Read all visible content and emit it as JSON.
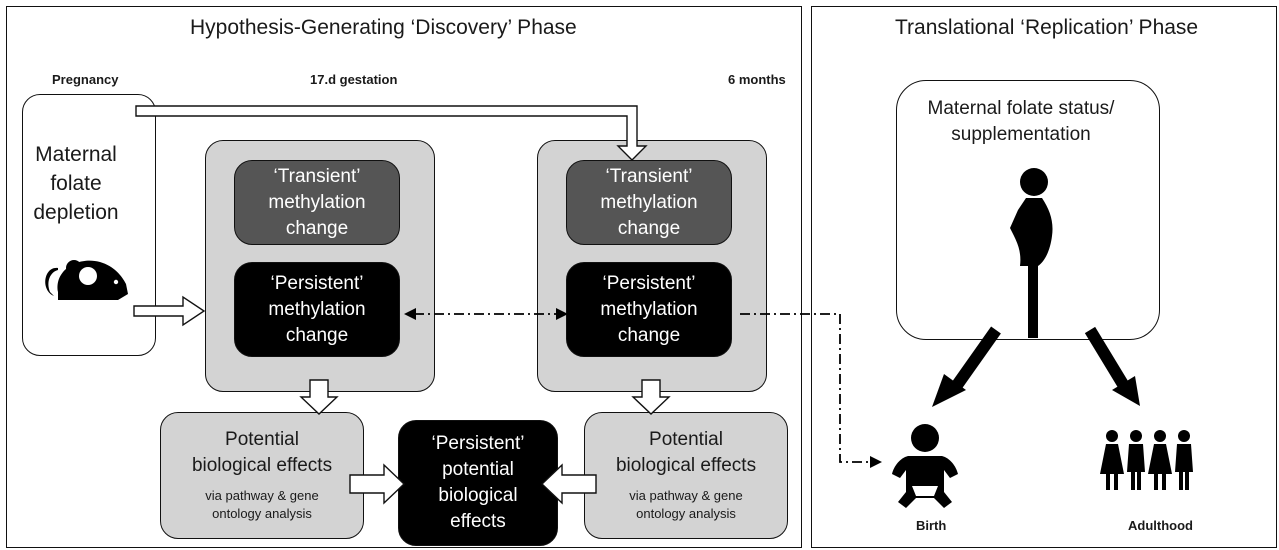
{
  "discovery": {
    "title": "Hypothesis-Generating ‘Discovery’ Phase",
    "timepoints": {
      "pregnancy": "Pregnancy",
      "gestation": "17.d gestation",
      "months": "6 months"
    },
    "maternal_box": "Maternal\nfolate\ndepletion",
    "left_transient": "‘Transient’\nmethylation\nchange",
    "left_persistent": "‘Persistent’\nmethylation\nchange",
    "right_transient": "‘Transient’\nmethylation\nchange",
    "right_persistent": "‘Persistent’\nmethylation\nchange",
    "left_effects": {
      "main": "Potential\nbiological effects",
      "sub": "via pathway & gene\nontology analysis"
    },
    "right_effects": {
      "main": "Potential\nbiological effects",
      "sub": "via pathway & gene\nontology analysis"
    },
    "persistent_effects": "‘Persistent’\npotential\nbiological\neffects"
  },
  "replication": {
    "title": "Translational ‘Replication’ Phase",
    "status_box": "Maternal folate status/\nsupplementation",
    "birth": "Birth",
    "adulthood": "Adulthood"
  },
  "icons": [
    "mouse-icon",
    "pregnant-woman-icon",
    "baby-icon",
    "adults-group-icon"
  ],
  "colors": {
    "outer_box": "#d3d3d3",
    "transient_box": "#555555",
    "persistent_box": "#000000"
  }
}
